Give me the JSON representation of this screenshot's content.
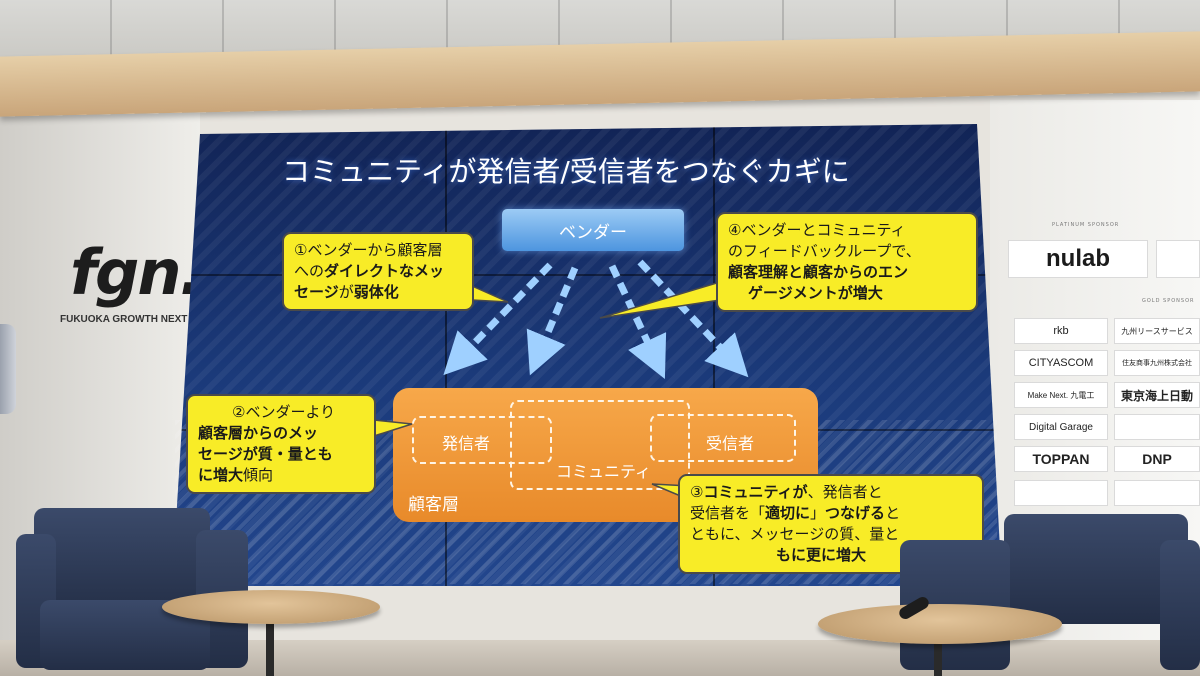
{
  "venue": {
    "logo": "fgn.",
    "logo_sub": "FUKUOKA GROWTH NEXT"
  },
  "slide": {
    "title": "コミュニティが発信者/受信者をつなぐカギに",
    "vendor": "ベンダー",
    "sender": "発信者",
    "receiver": "受信者",
    "community": "コミュニティ",
    "customer_layer": "顧客層",
    "callout1": {
      "l1": "①ベンダーから顧客層",
      "l2a": "への",
      "l2b": "ダイレクトなメッ",
      "l3a": "セージ",
      "l3b": "が",
      "l3c": "弱体化"
    },
    "callout2": {
      "l1": "②ベンダーより",
      "l2": "顧客層からのメッ",
      "l3": "セージが質・量とも",
      "l4a": "に",
      "l4b": "増大",
      "l4c": "傾向"
    },
    "callout3": {
      "l1a": "③",
      "l1b": "コミュニティが",
      "l1c": "、発信者と",
      "l2a": "受信者を「",
      "l2b": "適切に",
      "l2c": "」",
      "l2d": "つなげる",
      "l2e": "と",
      "l3": "ともに、メッセージの質、量と",
      "l4a": "もに",
      "l4b": "更に増大"
    },
    "callout4": {
      "l1": "④ベンダーとコミュニティ",
      "l2": "のフィードバックループで、",
      "l3": "顧客理解と顧客からのエン",
      "l4": "ゲージメントが増大"
    }
  },
  "sponsors": {
    "platinum_label": "PLATINUM SPONSOR",
    "gold_label": "GOLD SPONSOR",
    "items": [
      "nulab",
      "rkb",
      "九州リースサービス",
      "CITYASCOM",
      "住友商事九州株式会社",
      "Make Next. 九電工",
      "東京海上日動",
      "Digital Garage",
      "TOPPAN",
      "DNP"
    ]
  },
  "colors": {
    "screen_blue": "#1b3a7a",
    "callout_yellow": "#f8ec27",
    "customer_orange": "#f09a36",
    "vendor_blue": "#6aaeea"
  }
}
